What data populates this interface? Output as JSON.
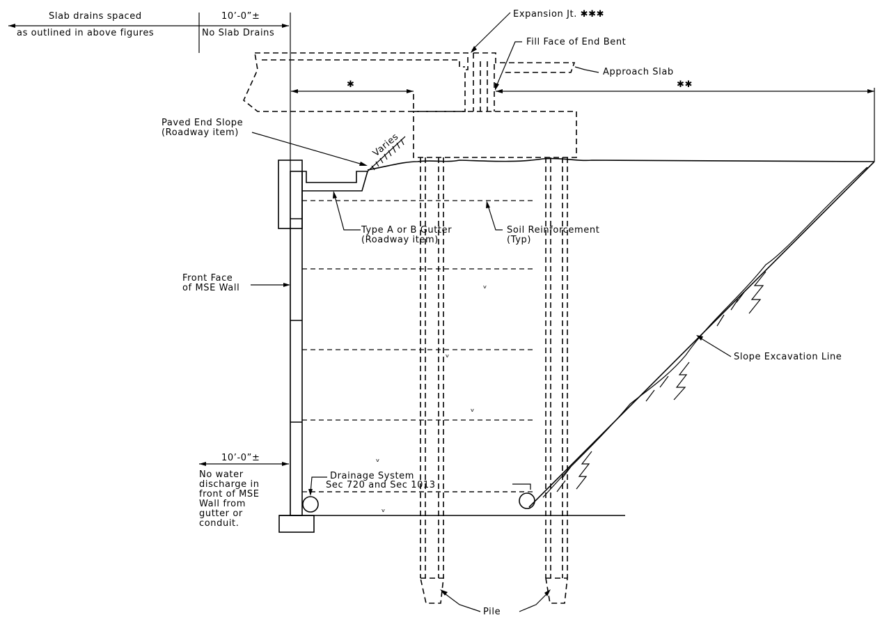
{
  "labels": {
    "slab_drains_line1": "Slab drains spaced",
    "slab_drains_line2": "as outlined in above figures",
    "dim_top": "10’-0”±",
    "no_slab_drains": "No Slab Drains",
    "expansion_jt": "Expansion Jt. ✱✱✱",
    "fill_face": "Fill Face of End Bent",
    "approach_slab": "Approach Slab",
    "single_star": "✱",
    "double_star": "✱✱",
    "paved_end_slope_1": "Paved End Slope",
    "paved_end_slope_2": "(Roadway item)",
    "varies": "Varies",
    "gutter_1": "Type A or B Gutter",
    "gutter_2": "(Roadway item)",
    "soil_reinf_1": "Soil Reinforcement",
    "soil_reinf_2": "(Typ)",
    "front_face_1": "Front Face",
    "front_face_2": "of MSE Wall",
    "slope_excavation": "Slope Excavation Line",
    "dim_bottom": "10’-0”±",
    "no_water_1": "No water",
    "no_water_2": "discharge in",
    "no_water_3": "front of MSE",
    "no_water_4": "Wall from",
    "no_water_5": "gutter or",
    "no_water_6": "conduit.",
    "drainage_1": "Drainage System",
    "drainage_2": "Sec 720 and Sec 1013",
    "pile": "Pile"
  }
}
